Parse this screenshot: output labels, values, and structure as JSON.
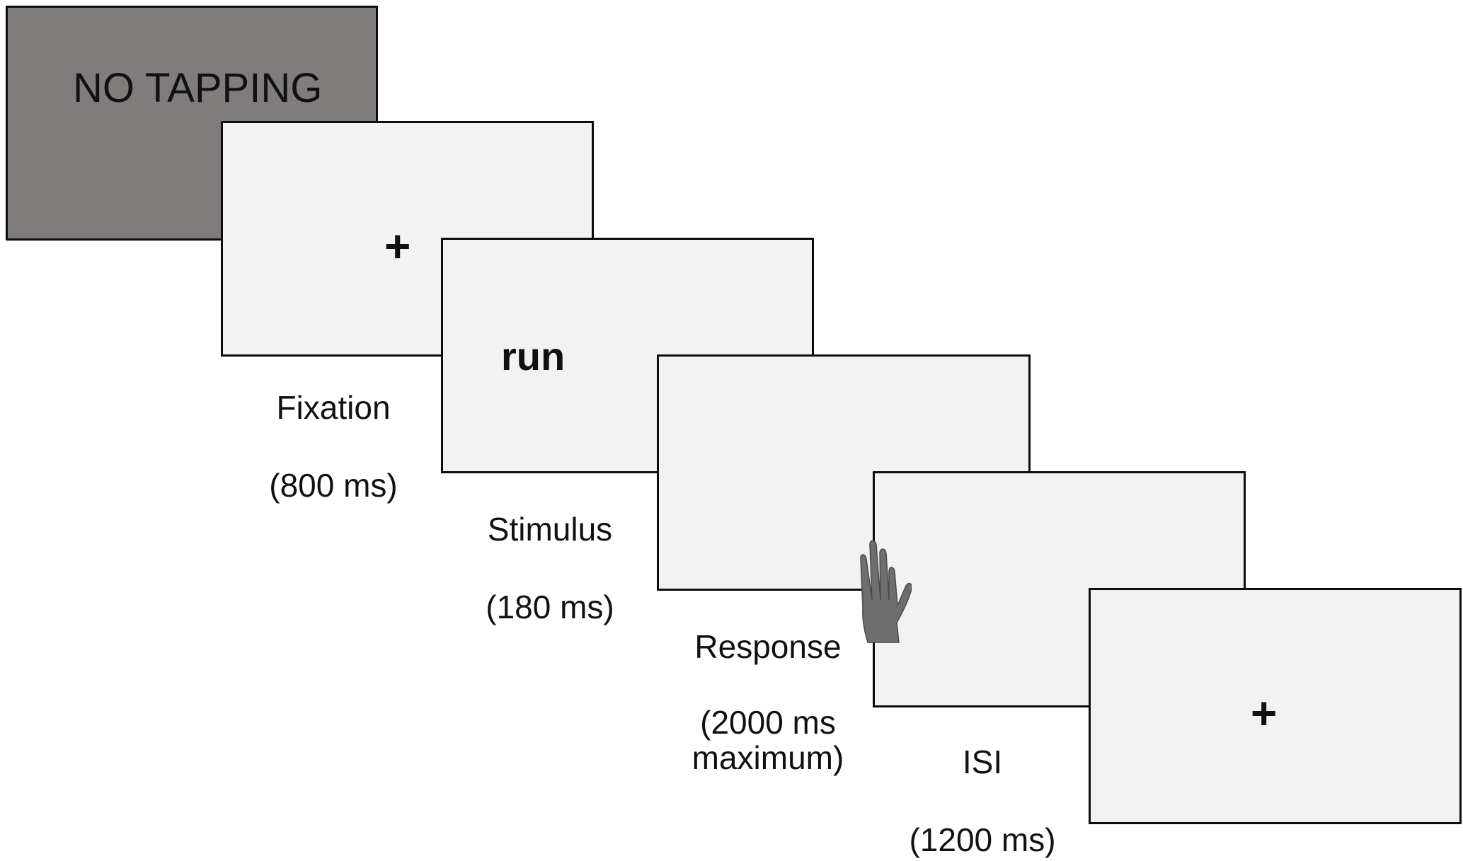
{
  "screens": {
    "block_label": "NO TAPPING",
    "fixation_symbol": "+",
    "stimulus_word": "run",
    "isi_symbol": "+"
  },
  "phases": [
    {
      "name": "Fixation",
      "duration": "(800 ms)"
    },
    {
      "name": "Stimulus",
      "duration": "(180 ms)"
    },
    {
      "name": "Response",
      "duration": "(2000 ms maximum)"
    },
    {
      "name": "ISI",
      "duration": "(1200 ms)"
    }
  ],
  "colors": {
    "block_screen": "#807c7c",
    "screen_fill": "#f2f2f2",
    "hand": "#6e6e6e"
  },
  "icons": {
    "response": "hand-icon"
  }
}
